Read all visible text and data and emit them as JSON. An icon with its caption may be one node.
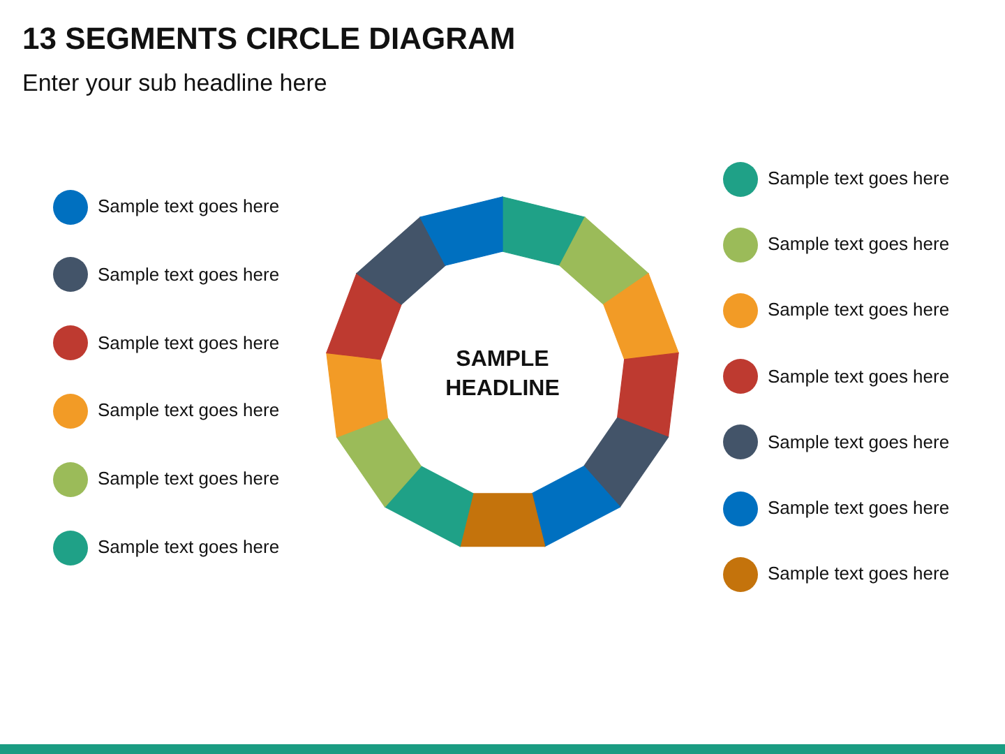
{
  "diagram": {
    "title": "13 SEGMENTS CIRCLE DIAGRAM",
    "nodes": [
      {
        "text": [
          "SAMPLE HEADLINE"
        ]
      }
    ],
    "labels": [
      "Enter your sub headline here"
    ],
    "legend": [
      {
        "text": "Sample text goes here",
        "color": "#0070c0"
      },
      {
        "text": "Sample text goes here",
        "color": "#435469"
      },
      {
        "text": "Sample text goes here",
        "color": "#be3a30"
      },
      {
        "text": "Sample text goes here",
        "color": "#f29b26"
      },
      {
        "text": "Sample text goes here",
        "color": "#9bbb59"
      },
      {
        "text": "Sample text goes here",
        "color": "#1fa187"
      },
      {
        "text": "Sample text goes here",
        "color": "#1fa187"
      },
      {
        "text": "Sample text goes here",
        "color": "#9bbb59"
      },
      {
        "text": "Sample text goes here",
        "color": "#f29b26"
      },
      {
        "text": "Sample text goes here",
        "color": "#be3a30"
      },
      {
        "text": "Sample text goes here",
        "color": "#435469"
      },
      {
        "text": "Sample text goes here",
        "color": "#0070c0"
      },
      {
        "text": "Sample text goes here",
        "color": "#c4730c"
      }
    ]
  }
}
